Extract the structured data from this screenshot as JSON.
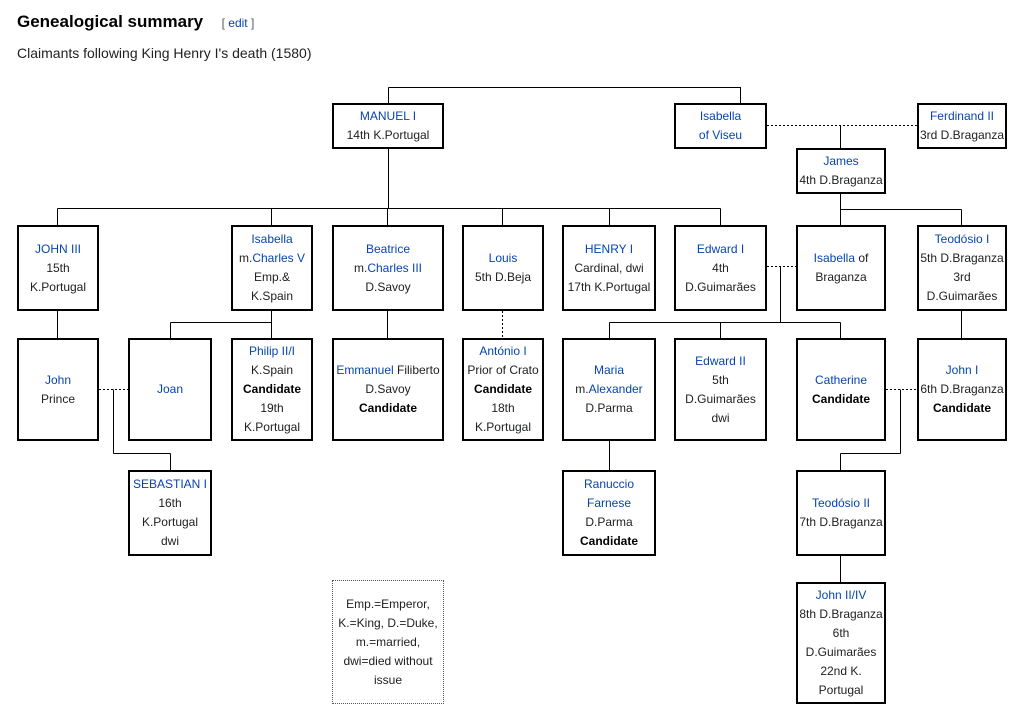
{
  "section": {
    "title": "Genealogical summary",
    "edit_open": "[",
    "edit_label": "edit",
    "edit_close": "]",
    "subtitle": "Claimants following King Henry I's death (1580)"
  },
  "colors": {
    "link": "#0645ad",
    "text": "#202122",
    "border": "#000000"
  },
  "people": [
    {
      "id": "manuel1",
      "lines": [
        [
          {
            "t": "MANUEL I",
            "s": "link"
          }
        ],
        [
          {
            "t": "14th K.Portugal"
          }
        ]
      ]
    },
    {
      "id": "isabella-viseu",
      "lines": [
        [
          {
            "t": "Isabella",
            "s": "link"
          }
        ],
        [
          {
            "t": "of Viseu",
            "s": "link"
          }
        ]
      ]
    },
    {
      "id": "ferdinand2",
      "lines": [
        [
          {
            "t": "Ferdinand II",
            "s": "link"
          }
        ],
        [
          {
            "t": "3rd D.Braganza"
          }
        ]
      ]
    },
    {
      "id": "james",
      "lines": [
        [
          {
            "t": "James",
            "s": "link"
          }
        ],
        [
          {
            "t": "4th D.Braganza"
          }
        ]
      ]
    },
    {
      "id": "john3",
      "lines": [
        [
          {
            "t": "JOHN III",
            "s": "link"
          }
        ],
        [
          {
            "t": "15th"
          }
        ],
        [
          {
            "t": "K.Portugal"
          }
        ]
      ]
    },
    {
      "id": "isabella-charles5",
      "lines": [
        [
          {
            "t": "Isabella",
            "s": "link"
          }
        ],
        [
          {
            "t": "m."
          },
          {
            "t": "Charles V",
            "s": "link"
          }
        ],
        [
          {
            "t": "Emp.&"
          }
        ],
        [
          {
            "t": "K.Spain"
          }
        ]
      ]
    },
    {
      "id": "beatrice",
      "lines": [
        [
          {
            "t": "Beatrice",
            "s": "link"
          }
        ],
        [
          {
            "t": "m."
          },
          {
            "t": "Charles III",
            "s": "link"
          }
        ],
        [
          {
            "t": "D.Savoy"
          }
        ]
      ]
    },
    {
      "id": "louis",
      "lines": [
        [
          {
            "t": "Louis",
            "s": "link"
          }
        ],
        [
          {
            "t": "5th D.Beja"
          }
        ]
      ]
    },
    {
      "id": "henry1",
      "lines": [
        [
          {
            "t": "HENRY I",
            "s": "link"
          }
        ],
        [
          {
            "t": "Cardinal, dwi"
          }
        ],
        [
          {
            "t": "17th K.Portugal"
          }
        ]
      ]
    },
    {
      "id": "edward1",
      "lines": [
        [
          {
            "t": "Edward I",
            "s": "link"
          }
        ],
        [
          {
            "t": "4th"
          }
        ],
        [
          {
            "t": "D.Guimarães"
          }
        ]
      ]
    },
    {
      "id": "isabella-braganza",
      "lines": [
        [
          {
            "t": "Isabella",
            "s": "link"
          },
          {
            "t": " of"
          }
        ],
        [
          {
            "t": "Braganza"
          }
        ]
      ]
    },
    {
      "id": "teodosio1",
      "lines": [
        [
          {
            "t": "Teodósio I",
            "s": "link"
          }
        ],
        [
          {
            "t": "5th D.Braganza"
          }
        ],
        [
          {
            "t": "3rd"
          }
        ],
        [
          {
            "t": "D.Guimarães"
          }
        ]
      ]
    },
    {
      "id": "john-prince",
      "lines": [
        [
          {
            "t": "John",
            "s": "link"
          }
        ],
        [
          {
            "t": "Prince"
          }
        ]
      ]
    },
    {
      "id": "joan",
      "lines": [
        [
          {
            "t": "Joan",
            "s": "link"
          }
        ]
      ]
    },
    {
      "id": "philip2",
      "lines": [
        [
          {
            "t": "Philip II/I",
            "s": "link"
          }
        ],
        [
          {
            "t": "K.Spain"
          }
        ],
        [
          {
            "t": "Candidate",
            "s": "bold"
          }
        ],
        [
          {
            "t": "19th"
          }
        ],
        [
          {
            "t": "K.Portugal"
          }
        ]
      ]
    },
    {
      "id": "emmanuel-filiberto",
      "lines": [
        [
          {
            "t": "Emmanuel",
            "s": "link"
          },
          {
            "t": " Filiberto"
          }
        ],
        [
          {
            "t": "D.Savoy"
          }
        ],
        [
          {
            "t": "Candidate",
            "s": "bold"
          }
        ]
      ]
    },
    {
      "id": "antonio1",
      "lines": [
        [
          {
            "t": "António I",
            "s": "link"
          }
        ],
        [
          {
            "t": "Prior of Crato"
          }
        ],
        [
          {
            "t": "Candidate",
            "s": "bold"
          }
        ],
        [
          {
            "t": "18th"
          }
        ],
        [
          {
            "t": "K.Portugal"
          }
        ]
      ]
    },
    {
      "id": "maria",
      "lines": [
        [
          {
            "t": "Maria",
            "s": "link"
          }
        ],
        [
          {
            "t": "m."
          },
          {
            "t": "Alexander",
            "s": "link"
          }
        ],
        [
          {
            "t": "D.Parma"
          }
        ]
      ]
    },
    {
      "id": "edward2",
      "lines": [
        [
          {
            "t": "Edward II",
            "s": "link"
          }
        ],
        [
          {
            "t": "5th"
          }
        ],
        [
          {
            "t": "D.Guimarães"
          }
        ],
        [
          {
            "t": "dwi"
          }
        ]
      ]
    },
    {
      "id": "catherine",
      "lines": [
        [
          {
            "t": "Catherine",
            "s": "link"
          }
        ],
        [
          {
            "t": "Candidate",
            "s": "bold"
          }
        ]
      ]
    },
    {
      "id": "john1-braganza",
      "lines": [
        [
          {
            "t": "John I",
            "s": "link"
          }
        ],
        [
          {
            "t": "6th D.Braganza"
          }
        ],
        [
          {
            "t": "Candidate",
            "s": "bold"
          }
        ]
      ]
    },
    {
      "id": "sebastian1",
      "lines": [
        [
          {
            "t": "SEBASTIAN I",
            "s": "link"
          }
        ],
        [
          {
            "t": "16th"
          }
        ],
        [
          {
            "t": "K.Portugal"
          }
        ],
        [
          {
            "t": "dwi"
          }
        ]
      ]
    },
    {
      "id": "ranuccio",
      "lines": [
        [
          {
            "t": "Ranuccio",
            "s": "link"
          }
        ],
        [
          {
            "t": "Farnese",
            "s": "link"
          }
        ],
        [
          {
            "t": "D.Parma"
          }
        ],
        [
          {
            "t": "Candidate",
            "s": "bold"
          }
        ]
      ]
    },
    {
      "id": "teodosio2",
      "lines": [
        [
          {
            "t": "Teodósio II",
            "s": "link"
          }
        ],
        [
          {
            "t": "7th D.Braganza"
          }
        ]
      ]
    },
    {
      "id": "john2-4",
      "lines": [
        [
          {
            "t": "John II/IV",
            "s": "link"
          }
        ],
        [
          {
            "t": "8th D.Braganza"
          }
        ],
        [
          {
            "t": "6th"
          }
        ],
        [
          {
            "t": "D.Guimarães"
          }
        ],
        [
          {
            "t": "22nd K."
          }
        ],
        [
          {
            "t": "Portugal"
          }
        ]
      ]
    },
    {
      "id": "legend",
      "lines": [
        [
          {
            "t": "Emp.=Emperor,"
          }
        ],
        [
          {
            "t": "K.=King, D.=Duke,"
          }
        ],
        [
          {
            "t": "m.=married,"
          }
        ],
        [
          {
            "t": "dwi=died without"
          }
        ],
        [
          {
            "t": "issue"
          }
        ]
      ]
    }
  ]
}
